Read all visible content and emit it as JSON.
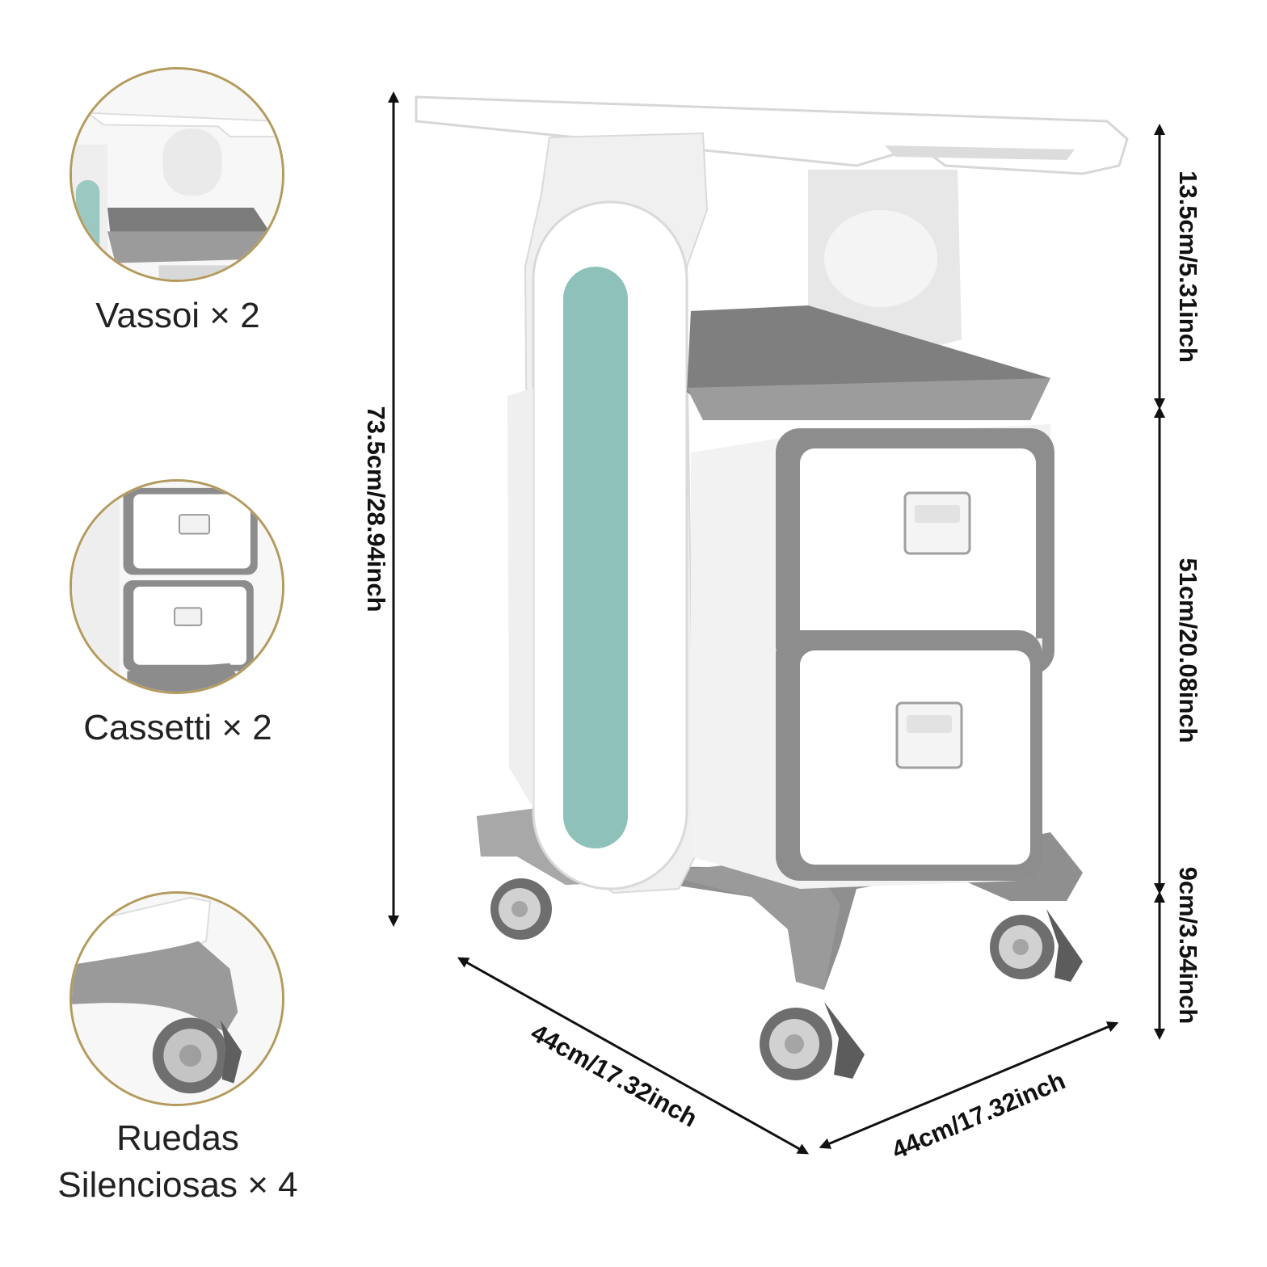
{
  "features": [
    {
      "label": "Vassoi × 2",
      "icon": "tray-detail-icon"
    },
    {
      "label": "Cassetti × 2",
      "icon": "drawer-detail-icon"
    },
    {
      "label_lines": [
        "Ruedas",
        "Silenciosas × 4"
      ],
      "icon": "wheel-detail-icon"
    }
  ],
  "dimensions": {
    "total_height": "73.5cm/28.94inch",
    "top_section": "13.5cm/5.31inch",
    "middle_section": "51cm/20.08inch",
    "base_section": "9cm/3.54inch",
    "depth": "44cm/17.32inch",
    "width": "44cm/17.32inch"
  },
  "colors": {
    "circle_border": "#b49a5d",
    "cart_white": "#f4f4f4",
    "cart_gray": "#8e8e8e",
    "accent_teal": "#8fc1bb",
    "tray_gray": "#7a7a7a"
  }
}
